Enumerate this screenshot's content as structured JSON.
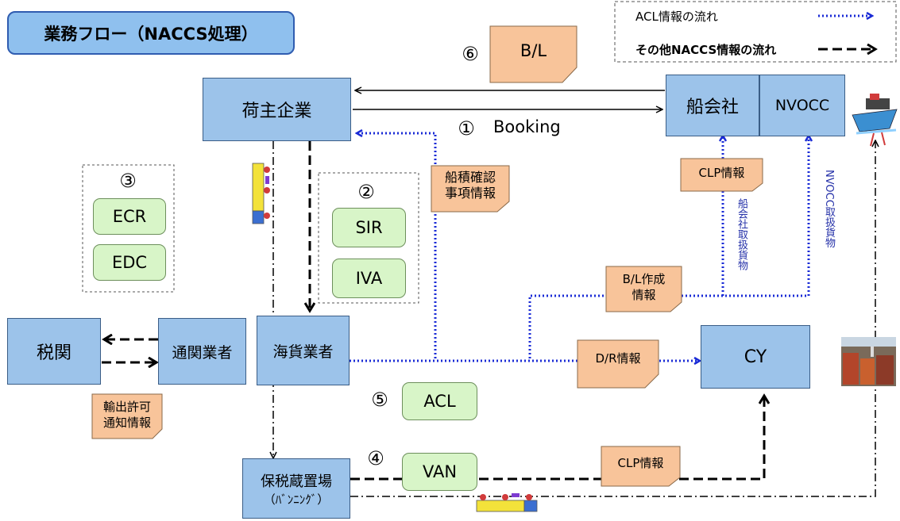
{
  "title": "業務フロー（NACCS処理）",
  "legend": {
    "acl_label": "ACL情報の流れ",
    "other_label": "その他NACCS情報の流れ"
  },
  "nodes": {
    "shipper": "荷主企業",
    "shipping_company": "船会社",
    "nvocc": "NVOCC",
    "customs": "税関",
    "customs_broker": "通関業者",
    "forwarder": "海貨業者",
    "cy": "CY",
    "bonded_warehouse_line1": "保税蔵置場",
    "bonded_warehouse_line2": "（ﾊﾞﾝﾆﾝｸﾞ）"
  },
  "systems": {
    "ecr": "ECR",
    "edc": "EDC",
    "sir": "SIR",
    "iva": "IVA",
    "acl": "ACL",
    "van": "VAN"
  },
  "step_numbers": {
    "s1": "①",
    "s2": "②",
    "s3": "③",
    "s4": "④",
    "s5": "⑤",
    "s6": "⑥"
  },
  "labels": {
    "booking": "Booking",
    "bl": "B/L",
    "loading_confirm_line1": "船積確認",
    "loading_confirm_line2": "事項情報",
    "clp_info_top": "CLP情報",
    "bl_create_line1": "B/L作成",
    "bl_create_line2": "情報",
    "dr_info": "D/R情報",
    "export_permit_line1": "輸出許可",
    "export_permit_line2": "通知情報",
    "clp_info_bottom": "CLP情報",
    "shipping_cargo_vertical": "船会社取扱貨物",
    "nvocc_cargo_vertical": "NVOCC取扱貨物"
  },
  "colors": {
    "box_fill": "#9cc3ea",
    "system_fill": "#d8f5c8",
    "doc_fill": "#f8c49a",
    "acl_flow": "#1a2bd6",
    "other_flow": "#000000"
  }
}
